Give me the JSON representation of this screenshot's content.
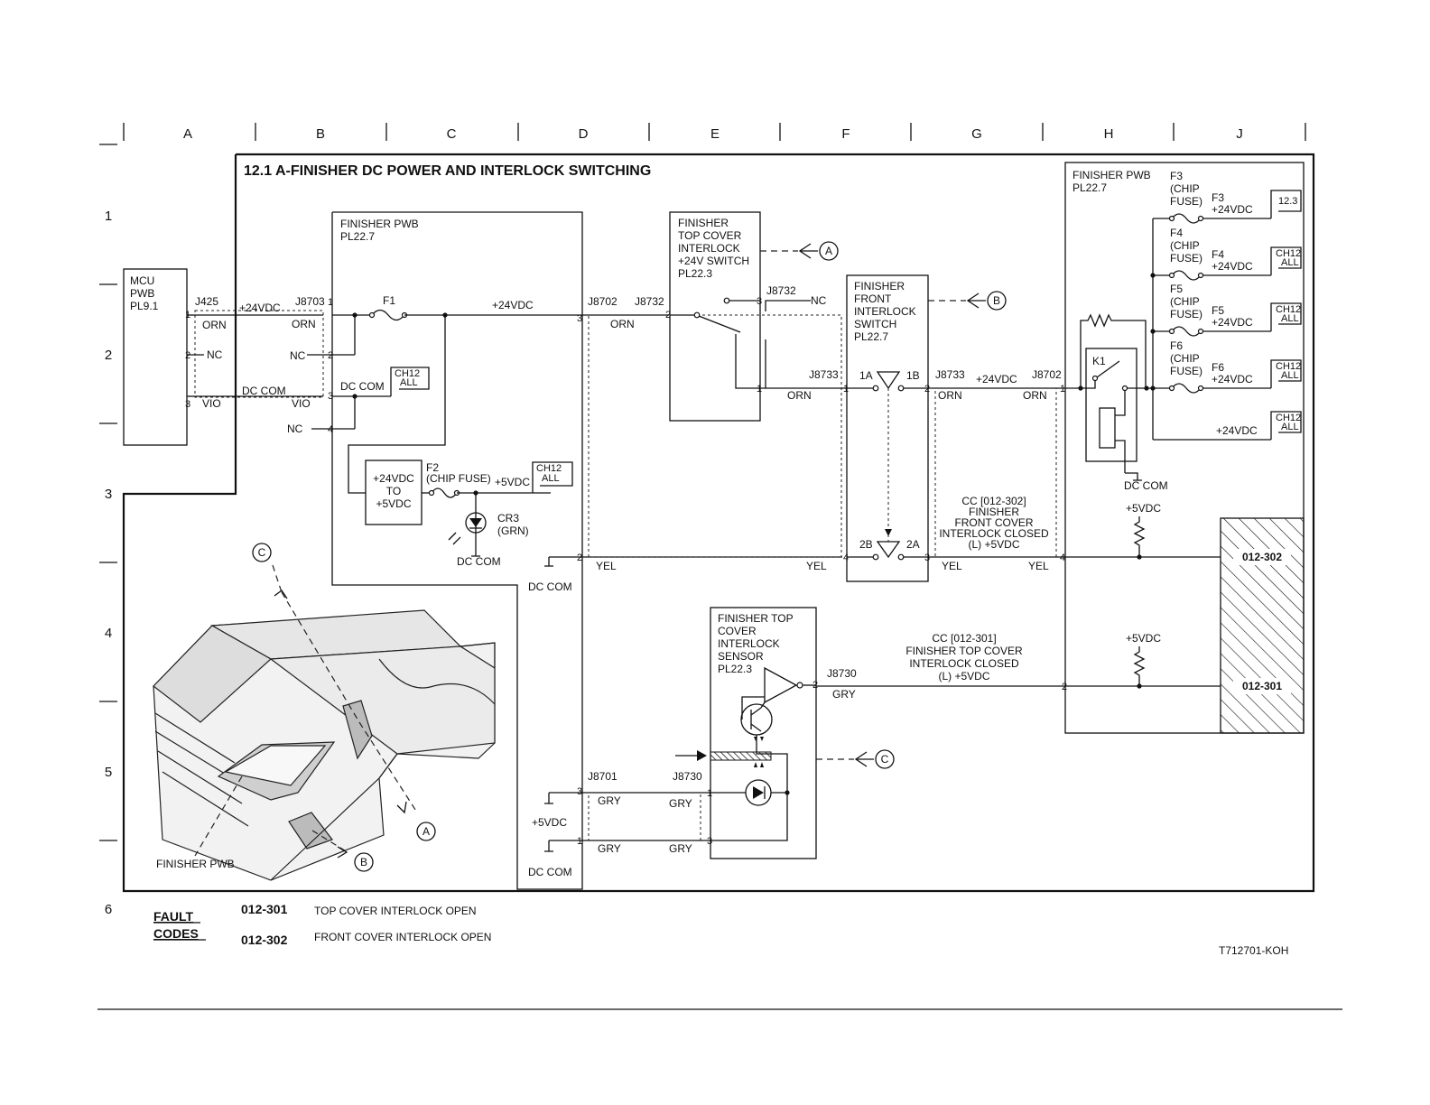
{
  "grid": {
    "columns": [
      "A",
      "B",
      "C",
      "D",
      "E",
      "F",
      "G",
      "H",
      "J"
    ],
    "rows": [
      "1",
      "2",
      "3",
      "4",
      "5",
      "6"
    ]
  },
  "title": "12.1 A-FINISHER DC POWER AND INTERLOCK SWITCHING",
  "mcu": {
    "l1": "MCU",
    "l2": "PWB",
    "l3": "PL9.1",
    "conn": "J425",
    "p1": "1",
    "p2": "2",
    "p3": "3",
    "orn": "ORN",
    "nc": "NC",
    "vio": "VIO"
  },
  "pwb_main": {
    "l1": "FINISHER PWB",
    "l2": "PL22.7",
    "conn": "J8703",
    "p1": "1",
    "p2": "2",
    "p3": "3",
    "p4": "4",
    "orn": "ORN",
    "nc2": "NC",
    "vio": "VIO",
    "nc4": "NC",
    "v24": "+24VDC",
    "dccom": "DC COM",
    "fuse": "F1",
    "v24b": "+24VDC",
    "dccom2": "DC COM",
    "ch": "CH12",
    "all": "ALL"
  },
  "converter": {
    "l1": "+24VDC",
    "l2": "TO",
    "l3": "+5VDC",
    "f2a": "F2",
    "f2b": "(CHIP FUSE)",
    "v5": "+5VDC",
    "ch": "CH12",
    "all": "ALL",
    "cr1": "CR3",
    "cr2": "(GRN)",
    "dccom": "DC COM"
  },
  "j8702": {
    "conn": "J8702",
    "p3": "3",
    "p2": "2",
    "dccom": "DC COM",
    "orn": "ORN",
    "yel": "YEL"
  },
  "top_switch": {
    "l1": "FINISHER",
    "l2": "TOP COVER",
    "l3": "INTERLOCK",
    "l4": "+24V SWITCH",
    "l5": "PL22.3",
    "conn": "J8732",
    "p2": "2",
    "p3": "3",
    "p1": "1",
    "conn2": "J8732",
    "nc": "NC",
    "orn": "ORN"
  },
  "front_switch": {
    "l1": "FINISHER",
    "l2": "FRONT",
    "l3": "INTERLOCK",
    "l4": "SWITCH",
    "l5": "PL22.7",
    "conn": "J8733",
    "p1": "1",
    "p2": "2",
    "p3": "3",
    "p4": "4",
    "a1": "1A",
    "b1": "1B",
    "b2": "2B",
    "a2": "2A",
    "yel": "YEL"
  },
  "right_wires": {
    "conn1": "J8733",
    "conn2": "J8702",
    "v24": "+24VDC",
    "orn1": "ORN",
    "orn2": "ORN",
    "yel1": "YEL",
    "yel2": "YEL",
    "p1": "1",
    "p4": "4",
    "p2": "2",
    "cc302_1": "CC [012-302]",
    "cc302_2": "FINISHER",
    "cc302_3": "FRONT COVER",
    "cc302_4": "INTERLOCK CLOSED",
    "cc302_5": "(L) +5VDC",
    "cc301_1": "CC [012-301]",
    "cc301_2": "FINISHER TOP COVER",
    "cc301_3": "INTERLOCK CLOSED",
    "cc301_4": "(L) +5VDC"
  },
  "right_pwb": {
    "l1": "FINISHER PWB",
    "l2": "PL22.7",
    "k1": "K1",
    "dccom": "DC COM",
    "v5a": "+5VDC",
    "v5b": "+5VDC",
    "code302": "012-302",
    "code301": "012-301",
    "fuses": [
      {
        "f": "F3",
        "c1": "(CHIP",
        "c2": "FUSE)",
        "v": "+24VDC",
        "box1": "12.3",
        "box2": ""
      },
      {
        "f": "F4",
        "c1": "(CHIP",
        "c2": "FUSE)",
        "v": "+24VDC",
        "box1": "CH12",
        "box2": "ALL"
      },
      {
        "f": "F5",
        "c1": "(CHIP",
        "c2": "FUSE)",
        "v": "+24VDC",
        "box1": "CH12",
        "box2": "ALL"
      },
      {
        "f": "F6",
        "c1": "(CHIP",
        "c2": "FUSE)",
        "v": "+24VDC",
        "box1": "CH12",
        "box2": "ALL"
      }
    ],
    "last_v": "+24VDC",
    "last_box1": "CH12",
    "last_box2": "ALL"
  },
  "sensor": {
    "l1": "FINISHER TOP",
    "l2": "COVER",
    "l3": "INTERLOCK",
    "l4": "SENSOR",
    "l5": "PL22.3",
    "conn": "J8730",
    "p2": "2",
    "p1": "1",
    "p3": "3",
    "gry": "GRY"
  },
  "lower_conn": {
    "conn1": "J8701",
    "conn2": "J8730",
    "p3": "3",
    "p1": "1",
    "gry1": "GRY",
    "gry2": "GRY",
    "gry3": "GRY",
    "gry4": "GRY",
    "v5": "+5VDC",
    "dccom": "DC COM"
  },
  "callouts": {
    "a": "A",
    "b": "B",
    "c": "C"
  },
  "illustration": {
    "label": "FINISHER PWB"
  },
  "fault": {
    "h1": "FAULT",
    "h2": "CODES",
    "codes": [
      {
        "code": "012-301",
        "desc": "TOP COVER INTERLOCK OPEN"
      },
      {
        "code": "012-302",
        "desc": "FRONT COVER INTERLOCK OPEN"
      }
    ]
  },
  "doc_id": "T712701-KOH"
}
